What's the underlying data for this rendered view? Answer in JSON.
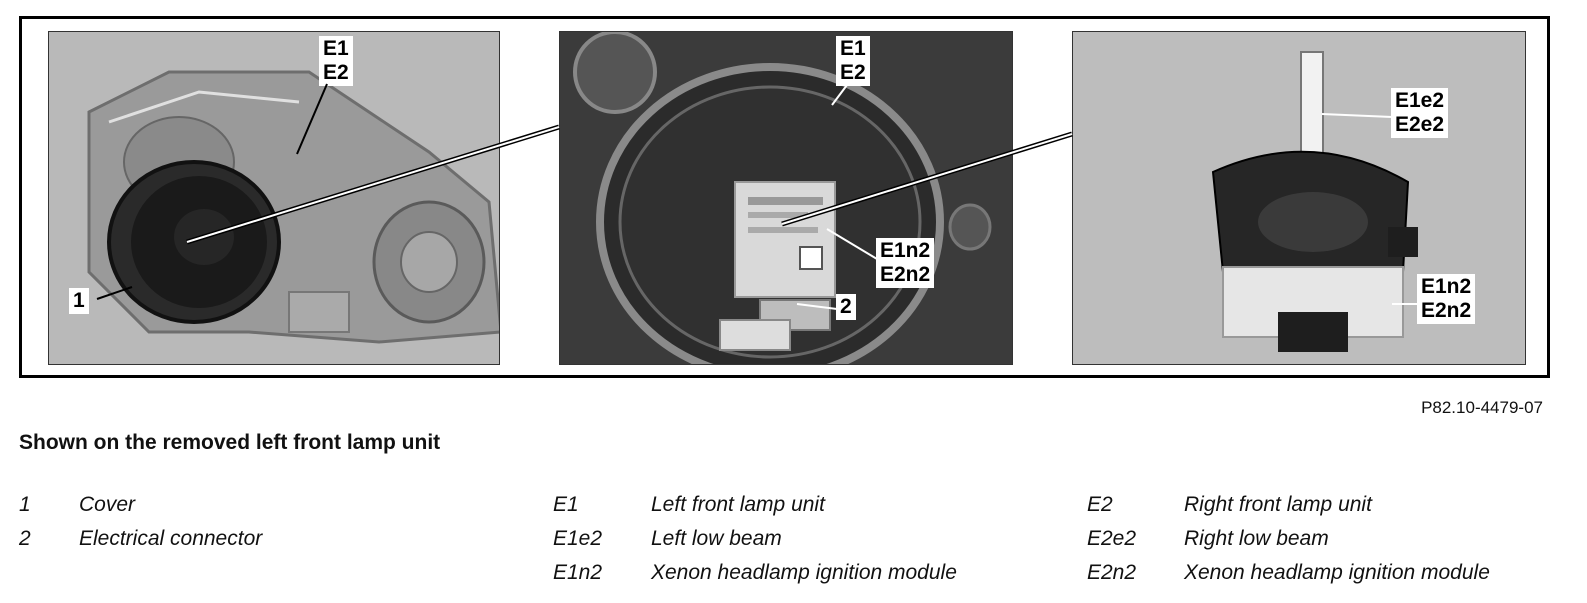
{
  "figure": {
    "panel1_callouts": {
      "top": [
        "E1",
        "E2"
      ],
      "bottom": "1"
    },
    "panel2_callouts": {
      "top": [
        "E1",
        "E2"
      ],
      "middle": [
        "E1n2",
        "E2n2"
      ],
      "bottom": "2"
    },
    "panel3_callouts": {
      "top": [
        "E1e2",
        "E2e2"
      ],
      "bottom": [
        "E1n2",
        "E2n2"
      ]
    },
    "code": "P82.10-4479-07"
  },
  "caption": "Shown on the removed left front lamp unit",
  "legend": {
    "col_a": [
      {
        "code": "1",
        "desc": "Cover"
      },
      {
        "code": "2",
        "desc": "Electrical connector"
      }
    ],
    "col_b": [
      {
        "code": "E1",
        "desc": "Left front lamp unit"
      },
      {
        "code": "E1e2",
        "desc": "Left low beam"
      },
      {
        "code": "E1n2",
        "desc": "Xenon headlamp ignition module"
      }
    ],
    "col_c": [
      {
        "code": "E2",
        "desc": "Right front lamp unit"
      },
      {
        "code": "E2e2",
        "desc": "Right low beam"
      },
      {
        "code": "E2n2",
        "desc": "Xenon headlamp ignition module"
      }
    ]
  }
}
